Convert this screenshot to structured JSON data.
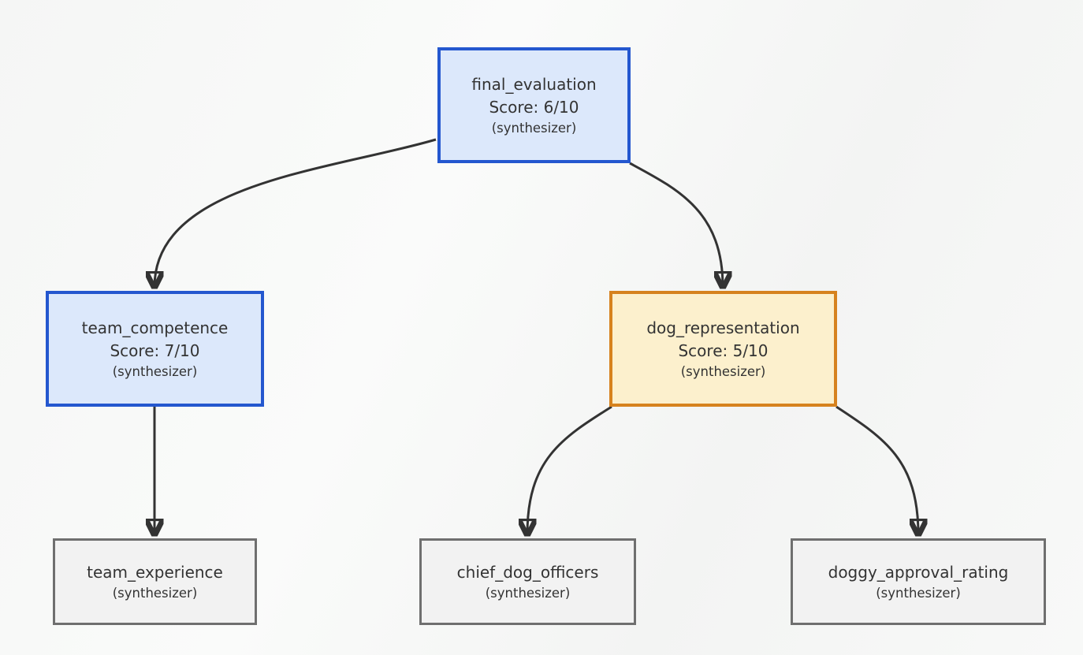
{
  "diagram": {
    "type": "dag",
    "background_color": "#f7f8f6",
    "edge_color": "#333333",
    "text_color": "#333333",
    "node_styles": {
      "blue": {
        "fill": "#dce8fb",
        "border": "#2457cf"
      },
      "orange": {
        "fill": "#fcf0cd",
        "border": "#d6821e"
      },
      "gray": {
        "fill": "#f2f2f2",
        "border": "#6f6f6f"
      }
    },
    "nodes": [
      {
        "id": "final_evaluation",
        "title": "final_evaluation",
        "score": "Score: 6/10",
        "subtitle": "(synthesizer)",
        "style": "blue"
      },
      {
        "id": "team_competence",
        "title": "team_competence",
        "score": "Score: 7/10",
        "subtitle": "(synthesizer)",
        "style": "blue"
      },
      {
        "id": "dog_representation",
        "title": "dog_representation",
        "score": "Score: 5/10",
        "subtitle": "(synthesizer)",
        "style": "orange"
      },
      {
        "id": "team_experience",
        "title": "team_experience",
        "subtitle": "(synthesizer)",
        "style": "gray"
      },
      {
        "id": "chief_dog_officers",
        "title": "chief_dog_officers",
        "subtitle": "(synthesizer)",
        "style": "gray"
      },
      {
        "id": "doggy_approval_rating",
        "title": "doggy_approval_rating",
        "subtitle": "(synthesizer)",
        "style": "gray"
      }
    ],
    "edges": [
      {
        "from": "final_evaluation",
        "to": "team_competence"
      },
      {
        "from": "final_evaluation",
        "to": "dog_representation"
      },
      {
        "from": "team_competence",
        "to": "team_experience"
      },
      {
        "from": "dog_representation",
        "to": "chief_dog_officers"
      },
      {
        "from": "dog_representation",
        "to": "doggy_approval_rating"
      }
    ]
  }
}
